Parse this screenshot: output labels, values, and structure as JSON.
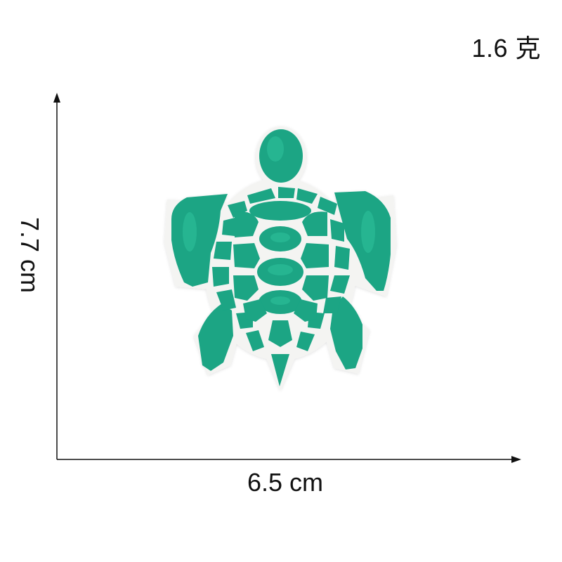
{
  "weight": "1.6 克",
  "dimensions": {
    "width": "6.5 cm",
    "height": "7.7 cm"
  },
  "product": {
    "image": "sea-turtle-embroidered-patch",
    "color": "#1aa584",
    "highlight_color": "#2fc39c",
    "border_color": "#f4f4f2"
  }
}
